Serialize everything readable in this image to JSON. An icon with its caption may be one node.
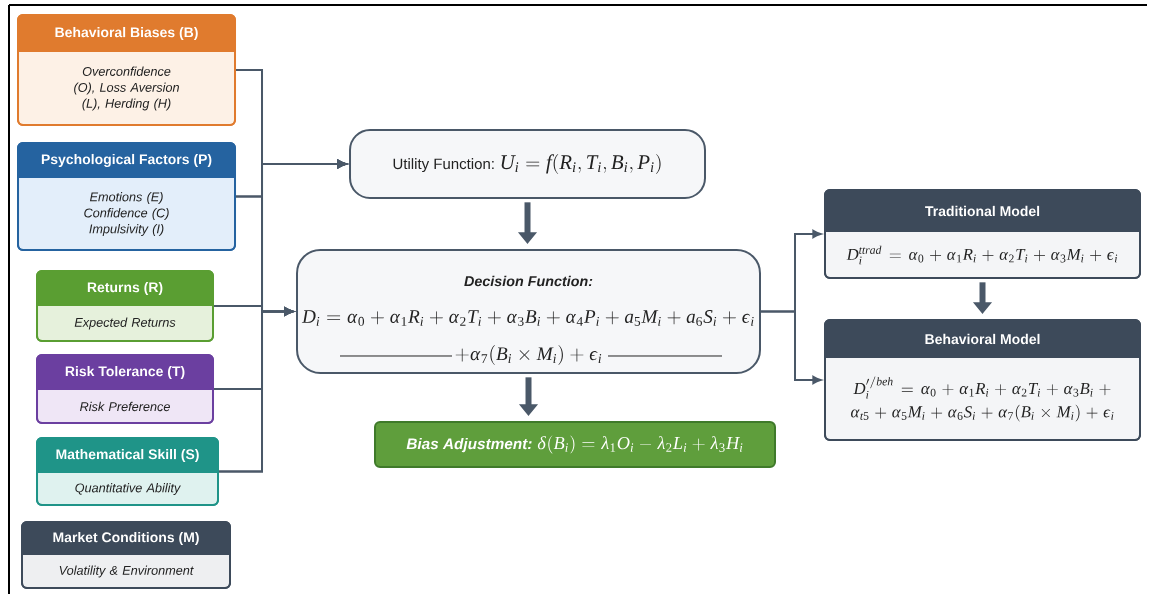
{
  "diagram": {
    "nodes": [
      {
        "text": [
          "Behavioral Biases (B)",
          "Overconfidence (O), Loss Aversion (L), Herding (H)"
        ]
      },
      {
        "text": [
          "Psychological Factors (P)",
          "Emotions (E) Confidence (C) Impulsivity (I)"
        ]
      },
      {
        "text": [
          "Returns (R)",
          "Expected Returns"
        ]
      },
      {
        "text": [
          "Risk Tolerance (T)",
          "Risk Preference"
        ]
      },
      {
        "text": [
          "Mathematical Skill (S)",
          "Quantitative Ability"
        ]
      },
      {
        "text": [
          "Market Conditions (M)",
          "Volatility & Environment"
        ]
      },
      {
        "text": [
          "Utility Function:",
          "U_i = f(R_i, T_i, B_i, P_i)"
        ]
      },
      {
        "text": [
          "Decision Function:",
          "D_i = \\alpha_0 + \\alpha_1 R_i + \\alpha_2 T_i + \\alpha_3 B_i + \\alpha_4 P_i + a_5 M_i + a_6 S_i + \\varepsilon_i",
          "+ \\alpha_7 (B_i \\times M_i) + \\varepsilon_i"
        ]
      },
      {
        "text": [
          "Bias Adjustment:",
          "\\delta (B_i) = \\lambda_1 O_i - \\lambda_2 L_i + \\lambda_3 H_i"
        ]
      },
      {
        "text": [
          "Traditional Model",
          "D_i^{ttrad} = \\alpha_0 + \\alpha_1 R_i + \\alpha_2 T_i + \\alpha_3 M_i + \\varepsilon_i"
        ]
      },
      {
        "text": [
          "Behavioral Model",
          "D_i^{\\prime/beh} = \\alpha_0 + \\alpha_1 R_i + \\alpha_2 T_i + \\alpha_3 B_i + \\alpha_{t5} + \\alpha_5 M_i + \\alpha_6 S_i + \\alpha_7 (B_i \\times M_i) + \\varepsilon_i"
        ]
      }
    ],
    "edges": [
      {
        "from": 0,
        "to": 6,
        "arrow": "to"
      },
      {
        "from": 1,
        "to": 6,
        "arrow": "to"
      },
      {
        "from": 2,
        "to": 6,
        "arrow": "to"
      },
      {
        "from": 3,
        "to": 6,
        "arrow": "to"
      },
      {
        "from": 4,
        "to": 6,
        "arrow": "to"
      },
      {
        "from": 0,
        "to": 7,
        "arrow": "to"
      },
      {
        "from": 1,
        "to": 7,
        "arrow": "to"
      },
      {
        "from": 2,
        "to": 7,
        "arrow": "to"
      },
      {
        "from": 3,
        "to": 7,
        "arrow": "to"
      },
      {
        "from": 4,
        "to": 7,
        "arrow": "to"
      },
      {
        "from": 6,
        "to": 7,
        "arrow": "to",
        "style": "thick"
      },
      {
        "from": 7,
        "to": 8,
        "arrow": "to",
        "style": "thick"
      },
      {
        "from": 7,
        "to": 9,
        "arrow": "to"
      },
      {
        "from": 7,
        "to": 10,
        "arrow": "to"
      },
      {
        "from": 9,
        "to": 10,
        "arrow": "to",
        "style": "thick"
      }
    ]
  }
}
